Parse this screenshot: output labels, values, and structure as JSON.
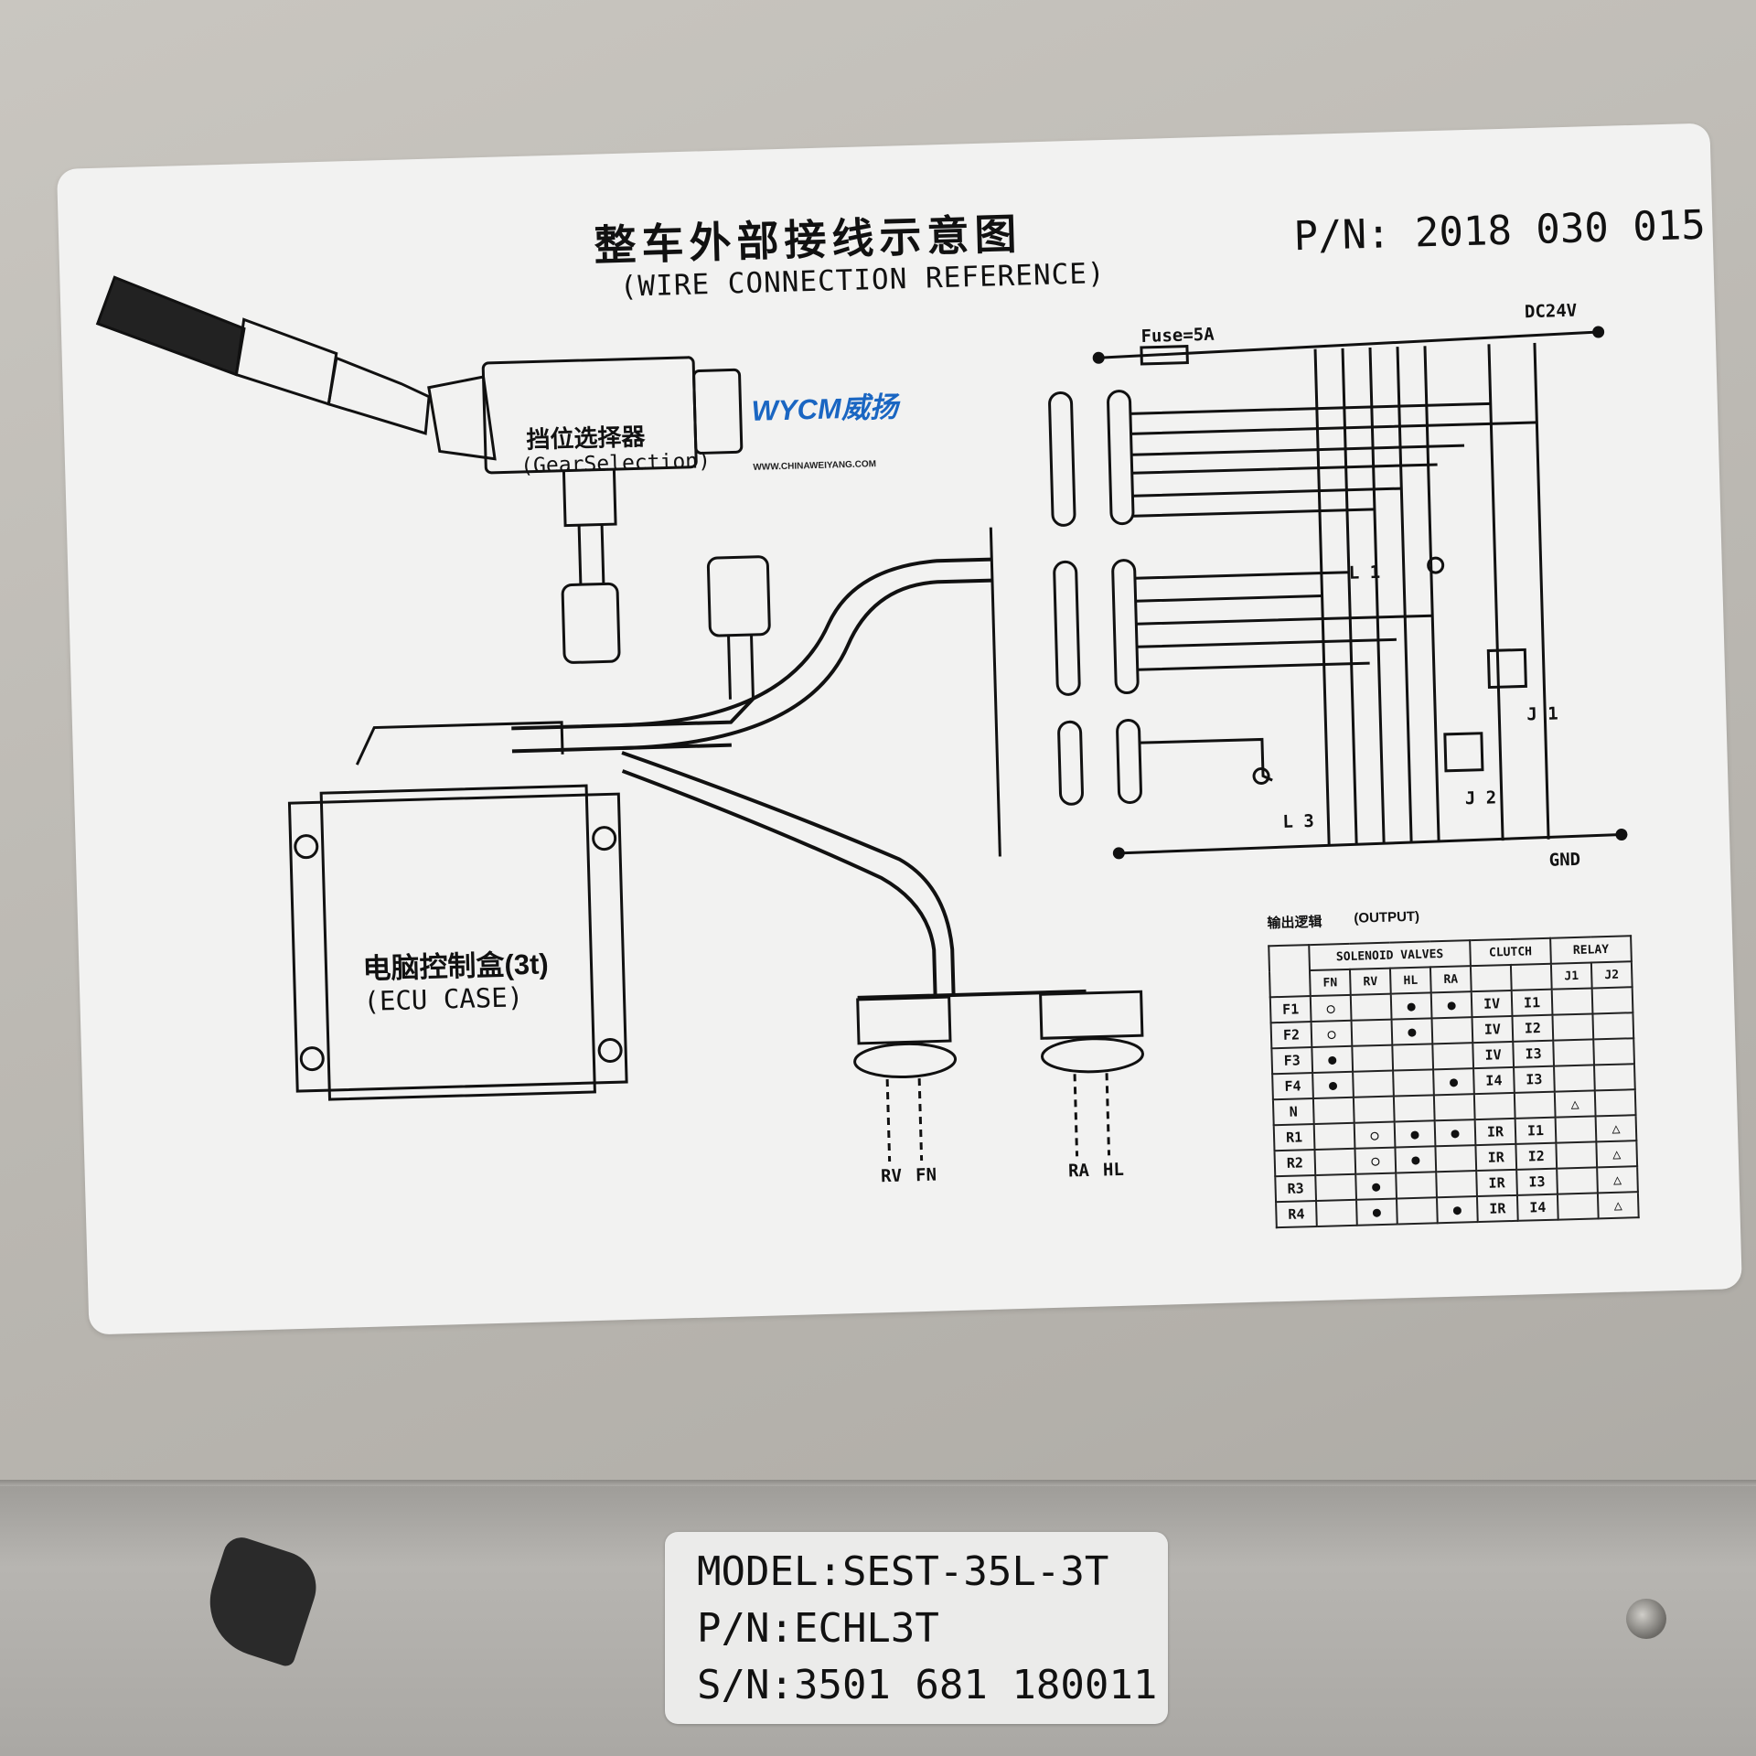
{
  "label": {
    "title_cn": "整车外部接线示意图",
    "title_en": "(WIRE CONNECTION REFERENCE)",
    "pn": "P/N: 2018 030 015",
    "gear_selector_cn": "挡位选择器",
    "gear_selector_en": "(GearSelection)",
    "ecu_cn": "电脑控制盒(3t)",
    "ecu_en": "(ECU CASE)",
    "logo_text": "WYCM威扬",
    "logo_url": "WWW.CHINAWEIYANG.COM",
    "fuse": "Fuse=5A",
    "dc24v": "DC24V",
    "gnd": "GND",
    "output_label_cn": "输出逻辑",
    "output_label_en": "(OUTPUT)",
    "valves": [
      "RV",
      "FN",
      "RA",
      "HL"
    ],
    "lamp_labels": [
      "L 1",
      "L 3"
    ],
    "relay_labels": [
      "J 1",
      "J 2"
    ]
  },
  "output_table": {
    "group_headers": [
      "SOLENOID VALVES",
      "CLUTCH",
      "RELAY"
    ],
    "sub_headers": [
      "FN",
      "RV",
      "HL",
      "RA",
      "",
      "",
      "J1",
      "J2"
    ],
    "rows": [
      {
        "gear": "F1",
        "cells": [
          "○",
          "",
          "●",
          "●",
          "IV",
          "I1",
          "",
          ""
        ]
      },
      {
        "gear": "F2",
        "cells": [
          "○",
          "",
          "●",
          "",
          "IV",
          "I2",
          "",
          ""
        ]
      },
      {
        "gear": "F3",
        "cells": [
          "●",
          "",
          "",
          "",
          "IV",
          "I3",
          "",
          ""
        ]
      },
      {
        "gear": "F4",
        "cells": [
          "●",
          "",
          "",
          "●",
          "I4",
          "I3",
          "",
          ""
        ]
      },
      {
        "gear": "N",
        "cells": [
          "",
          "",
          "",
          "",
          "",
          "",
          "△",
          ""
        ]
      },
      {
        "gear": "R1",
        "cells": [
          "",
          "○",
          "●",
          "●",
          "IR",
          "I1",
          "",
          "△"
        ]
      },
      {
        "gear": "R2",
        "cells": [
          "",
          "○",
          "●",
          "",
          "IR",
          "I2",
          "",
          "△"
        ]
      },
      {
        "gear": "R3",
        "cells": [
          "",
          "●",
          "",
          "",
          "IR",
          "I3",
          "",
          "△"
        ]
      },
      {
        "gear": "R4",
        "cells": [
          "",
          "●",
          "",
          "●",
          "IR",
          "I4",
          "",
          "△"
        ]
      }
    ]
  },
  "nameplate": {
    "model": "MODEL:SEST-35L-3T",
    "pn": "P/N:ECHL3T",
    "sn": "S/N:3501 681 180011"
  },
  "colors": {
    "label_bg": "#f2f2f1",
    "ink": "#111111",
    "logo_blue": "#1a66c2",
    "housing": "#bdbab4"
  }
}
